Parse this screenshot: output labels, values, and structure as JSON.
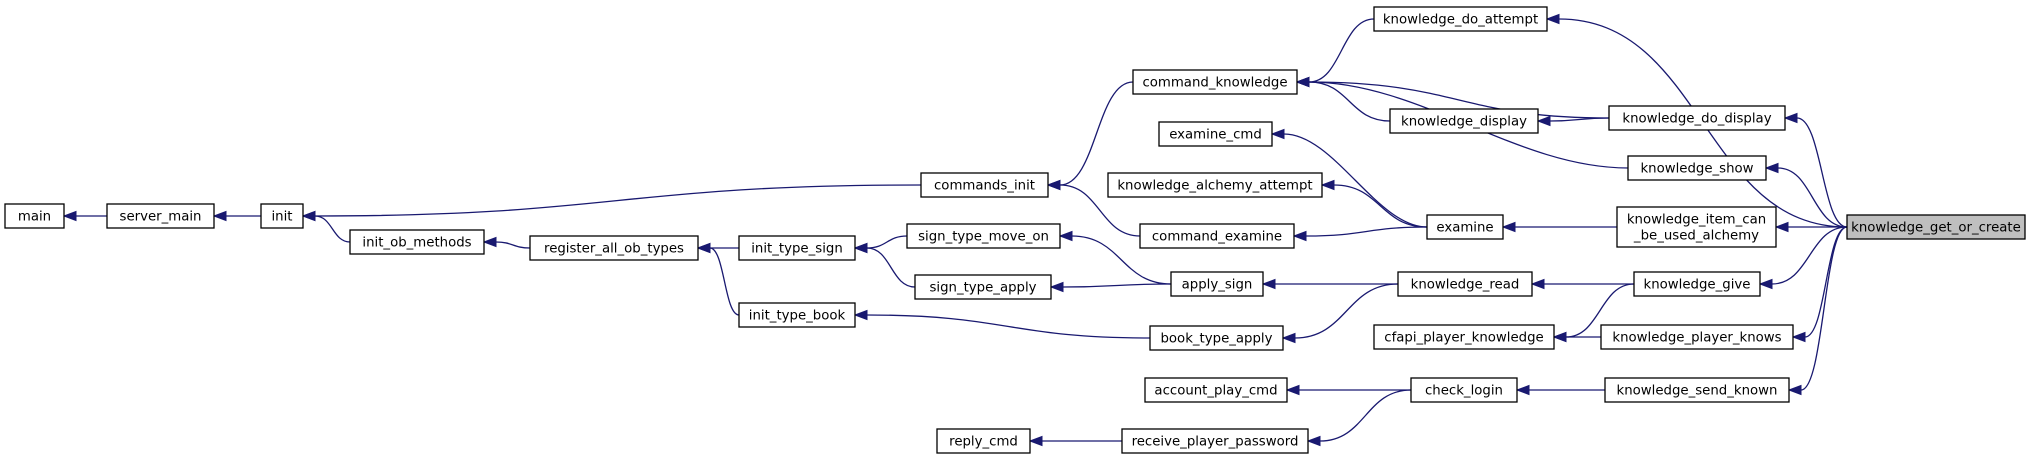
{
  "graph": {
    "root": "knowledge_get_or_create",
    "colors": {
      "edge": "#191970",
      "root_fill": "#bfbfbf",
      "node_fill": "#ffffff",
      "border": "#000000"
    },
    "nodes": {
      "n_get_or_create": [
        "knowledge_get_or_create"
      ],
      "n_do_attempt": [
        "knowledge_do_attempt"
      ],
      "n_do_display": [
        "knowledge_do_display"
      ],
      "n_show": [
        "knowledge_show"
      ],
      "n_item_can": [
        "knowledge_item_can",
        "_be_used_alchemy"
      ],
      "n_give": [
        "knowledge_give"
      ],
      "n_player_knows": [
        "knowledge_player_knows"
      ],
      "n_send_known": [
        "knowledge_send_known"
      ],
      "n_command_knowledge": [
        "command_knowledge"
      ],
      "n_knowledge_display": [
        "knowledge_display"
      ],
      "n_examine_cmd": [
        "examine_cmd"
      ],
      "n_alchemy_attempt": [
        "knowledge_alchemy_attempt"
      ],
      "n_examine": [
        "examine"
      ],
      "n_commands_init": [
        "commands_init"
      ],
      "n_command_examine": [
        "command_examine"
      ],
      "n_knowledge_read": [
        "knowledge_read"
      ],
      "n_apply_sign": [
        "apply_sign"
      ],
      "n_sign_move_on": [
        "sign_type_move_on"
      ],
      "n_sign_apply": [
        "sign_type_apply"
      ],
      "n_book_apply": [
        "book_type_apply"
      ],
      "n_cfapi": [
        "cfapi_player_knowledge"
      ],
      "n_check_login": [
        "check_login"
      ],
      "n_account_play": [
        "account_play_cmd"
      ],
      "n_receive_pw": [
        "receive_player_password"
      ],
      "n_reply_cmd": [
        "reply_cmd"
      ],
      "n_init_type_sign": [
        "init_type_sign"
      ],
      "n_init_type_book": [
        "init_type_book"
      ],
      "n_register": [
        "register_all_ob_types"
      ],
      "n_init_ob_methods": [
        "init_ob_methods"
      ],
      "n_init": [
        "init"
      ],
      "n_server_main": [
        "server_main"
      ],
      "n_main": [
        "main"
      ]
    },
    "edges": [
      [
        "n_do_attempt",
        "n_get_or_create"
      ],
      [
        "n_do_display",
        "n_get_or_create"
      ],
      [
        "n_show",
        "n_get_or_create"
      ],
      [
        "n_item_can",
        "n_get_or_create"
      ],
      [
        "n_give",
        "n_get_or_create"
      ],
      [
        "n_player_knows",
        "n_get_or_create"
      ],
      [
        "n_send_known",
        "n_get_or_create"
      ],
      [
        "n_command_knowledge",
        "n_do_attempt"
      ],
      [
        "n_command_knowledge",
        "n_do_display"
      ],
      [
        "n_knowledge_display",
        "n_do_display"
      ],
      [
        "n_command_knowledge",
        "n_show"
      ],
      [
        "n_command_knowledge",
        "n_knowledge_display"
      ],
      [
        "n_examine",
        "n_item_can"
      ],
      [
        "n_knowledge_read",
        "n_give"
      ],
      [
        "n_cfapi",
        "n_give"
      ],
      [
        "n_cfapi",
        "n_player_knows"
      ],
      [
        "n_check_login",
        "n_send_known"
      ],
      [
        "n_commands_init",
        "n_command_knowledge"
      ],
      [
        "n_examine_cmd",
        "n_examine"
      ],
      [
        "n_alchemy_attempt",
        "n_examine"
      ],
      [
        "n_command_examine",
        "n_examine"
      ],
      [
        "n_apply_sign",
        "n_knowledge_read"
      ],
      [
        "n_book_apply",
        "n_knowledge_read"
      ],
      [
        "n_commands_init",
        "n_command_examine"
      ],
      [
        "n_sign_move_on",
        "n_apply_sign"
      ],
      [
        "n_sign_apply",
        "n_apply_sign"
      ],
      [
        "n_init_type_sign",
        "n_sign_move_on"
      ],
      [
        "n_init_type_sign",
        "n_sign_apply"
      ],
      [
        "n_init_type_book",
        "n_book_apply"
      ],
      [
        "n_account_play",
        "n_check_login"
      ],
      [
        "n_receive_pw",
        "n_check_login"
      ],
      [
        "n_reply_cmd",
        "n_receive_pw"
      ],
      [
        "n_init",
        "n_commands_init"
      ],
      [
        "n_register",
        "n_init_type_sign"
      ],
      [
        "n_register",
        "n_init_type_book"
      ],
      [
        "n_init_ob_methods",
        "n_register"
      ],
      [
        "n_init",
        "n_init_ob_methods"
      ],
      [
        "n_server_main",
        "n_init"
      ],
      [
        "n_main",
        "n_server_main"
      ]
    ]
  }
}
